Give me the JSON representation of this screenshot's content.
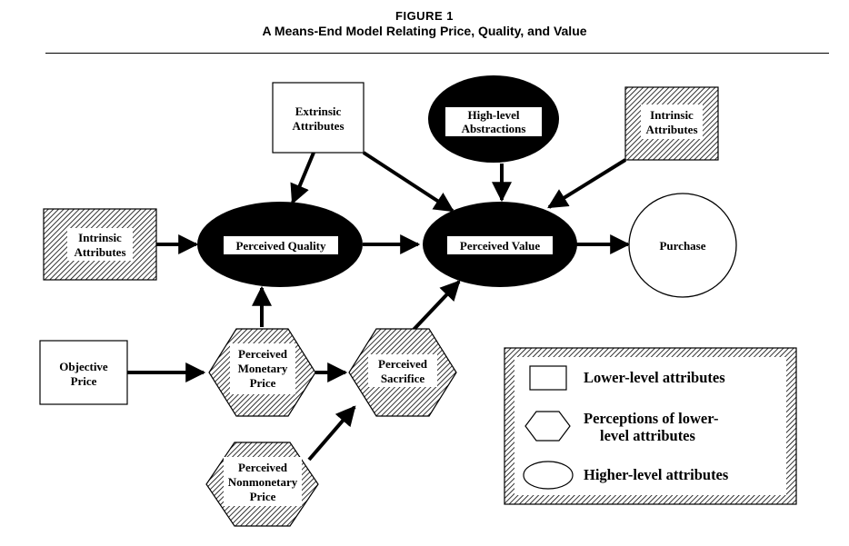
{
  "figure": {
    "label": "FIGURE 1",
    "title": "A Means-End Model Relating Price, Quality, and Value"
  },
  "nodes": {
    "extrinsic": [
      "Extrinsic",
      "Attributes"
    ],
    "high_level": [
      "High-level",
      "Abstractions"
    ],
    "intrinsic_top": [
      "Intrinsic",
      "Attributes"
    ],
    "intrinsic_left": [
      "Intrinsic",
      "Attributes"
    ],
    "perceived_quality": "Perceived Quality",
    "perceived_value": "Perceived Value",
    "purchase": "Purchase",
    "objective_price": [
      "Objective",
      "Price"
    ],
    "perceived_monetary": [
      "Perceived",
      "Monetary",
      "Price"
    ],
    "perceived_sacrifice": [
      "Perceived",
      "Sacrifice"
    ],
    "perceived_nonmonetary": [
      "Perceived",
      "Nonmonetary",
      "Price"
    ]
  },
  "legend": {
    "lower": "Lower-level attributes",
    "perceptions_line1": "Perceptions of lower-",
    "perceptions_line2": "level attributes",
    "higher": "Higher-level attributes"
  },
  "colors": {
    "ink": "#000000",
    "paper": "#ffffff",
    "hatch_fill": "#9a9a9a"
  }
}
